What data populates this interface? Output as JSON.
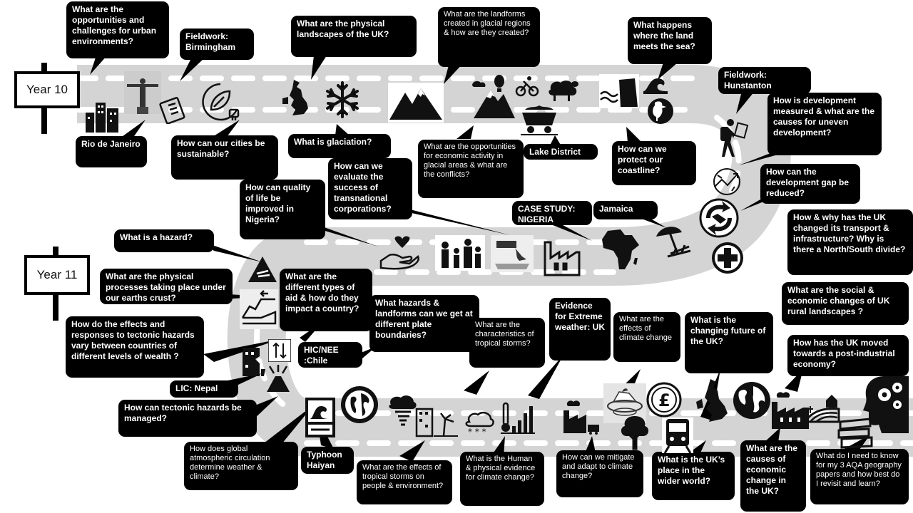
{
  "signs": {
    "year10": "Year 10",
    "year11": "Year 11"
  },
  "labels": {
    "q_urban": "What are the opportunities and challenges for urban environments?",
    "fw_birmingham": "Fieldwork: Birmingham",
    "q_physical_uk": "What are the physical landscapes of the UK?",
    "q_glacial_landforms": "What are the landforms created in glacial regions & how are they created?",
    "q_land_sea": "What happens where the land meets the sea?",
    "fw_hunstanton": "Fieldwork: Hunstanton",
    "q_dev_measured": "How is development measured & what are the causes for uneven development?",
    "q_dev_gap": "How can the development gap be reduced?",
    "q_uk_transport": "How & why has the UK changed its transport & infrastructure? Why is there a North/South divide?",
    "q_uk_rural": "What are the social & economic changes of UK rural landscapes ?",
    "q_post_industrial": "How has the UK moved towards a post-industrial economy?",
    "q_revisit": "What do I need to know for my 3 AQA geography papers and how best do I revisit and learn?",
    "q_causes_econ": "What are the causes of economic change in the UK?",
    "q_uk_place": "What is the UK’s place in the wider world?",
    "q_mitigate": "How can we mitigate and adapt to climate change?",
    "q_evidence": "What is the Human & physical evidence for climate change?",
    "q_effects_storms": "What are the effects of tropical storms on people & environment?",
    "typhoon": "Typhoon Haiyan",
    "q_atmos": "How does global atmospheric circulation determine weather & climate?",
    "q_manage_tectonic": "How can tectonic hazards be managed?",
    "lic_nepal": "LIC: Nepal",
    "q_effects_tectonic": "How do the effects and responses to tectonic hazards vary between countries of different levels of wealth ?",
    "q_processes_crust": "What are the physical processes taking place under our earths crust?",
    "q_hazard": "What is a hazard?",
    "q_aid": "What are the different types of aid & how do they impact a country?",
    "hic_chile": "HIC/NEE :Chile",
    "q_plate_boundaries": "What hazards & landforms can we get at different plate boundaries?",
    "q_char_storms": "What are the characteristics of tropical storms?",
    "evidence_uk": "Evidence for Extreme weather: UK",
    "q_effects_climate": "What are the effects of climate change",
    "q_future_uk": "What is the changing future of the UK?",
    "q_quality_life": "How can quality of life be improved in Nigeria?",
    "q_tnc": "How can we evaluate the success of transnational corporations?",
    "case_nigeria": "CASE STUDY: NIGERIA",
    "jamaica": "Jamaica",
    "q_econ_glacial": "What are the opportunities for economic activity in glacial areas & what are the conflicts?",
    "lake_district": "Lake District",
    "q_protect_coast": "How can we protect our coastline?",
    "q_glaciation": "What is glaciation?",
    "q_sustainable": "How can our cities be sustainable?",
    "rio": "Rio de Janeiro"
  },
  "icons": [
    "city-skyline-icon",
    "christ-redeemer-statue-icon",
    "clipboard-icon",
    "sustainable-leaf-plug-icon",
    "uk-map-icon",
    "snowflake-icon",
    "mountains-icon",
    "glacial-activities-icon",
    "sheep-icon",
    "mine-cart-icon",
    "cliff-coast-icon",
    "wave-icon",
    "heron-bird-icon",
    "hiker-icon",
    "development-globe-icon",
    "handshake-icon",
    "health-cross-icon",
    "beach-umbrella-icon",
    "africa-map-icon",
    "factory-icon",
    "pipe-pollution-icon",
    "family-icon",
    "heart-hand-icon",
    "hazard-warning-icon",
    "plate-boundary-icon",
    "earthquake-building-icon",
    "fault-arrows-icon",
    "volcano-icon",
    "tsunami-sign-icon",
    "globe-circulation-icon",
    "tropical-storm-icon",
    "storm-damage-icon",
    "snow-cloud-icon",
    "thermometer-chart-icon",
    "industry-pollution-icon",
    "melting-iceberg-icon",
    "tree-icon",
    "pound-coin-icon",
    "train-icon",
    "uk-silhouette-icon",
    "world-globe-icon",
    "factory-smoke-icon",
    "farm-landscape-icon",
    "books-icon",
    "head-gears-icon"
  ]
}
